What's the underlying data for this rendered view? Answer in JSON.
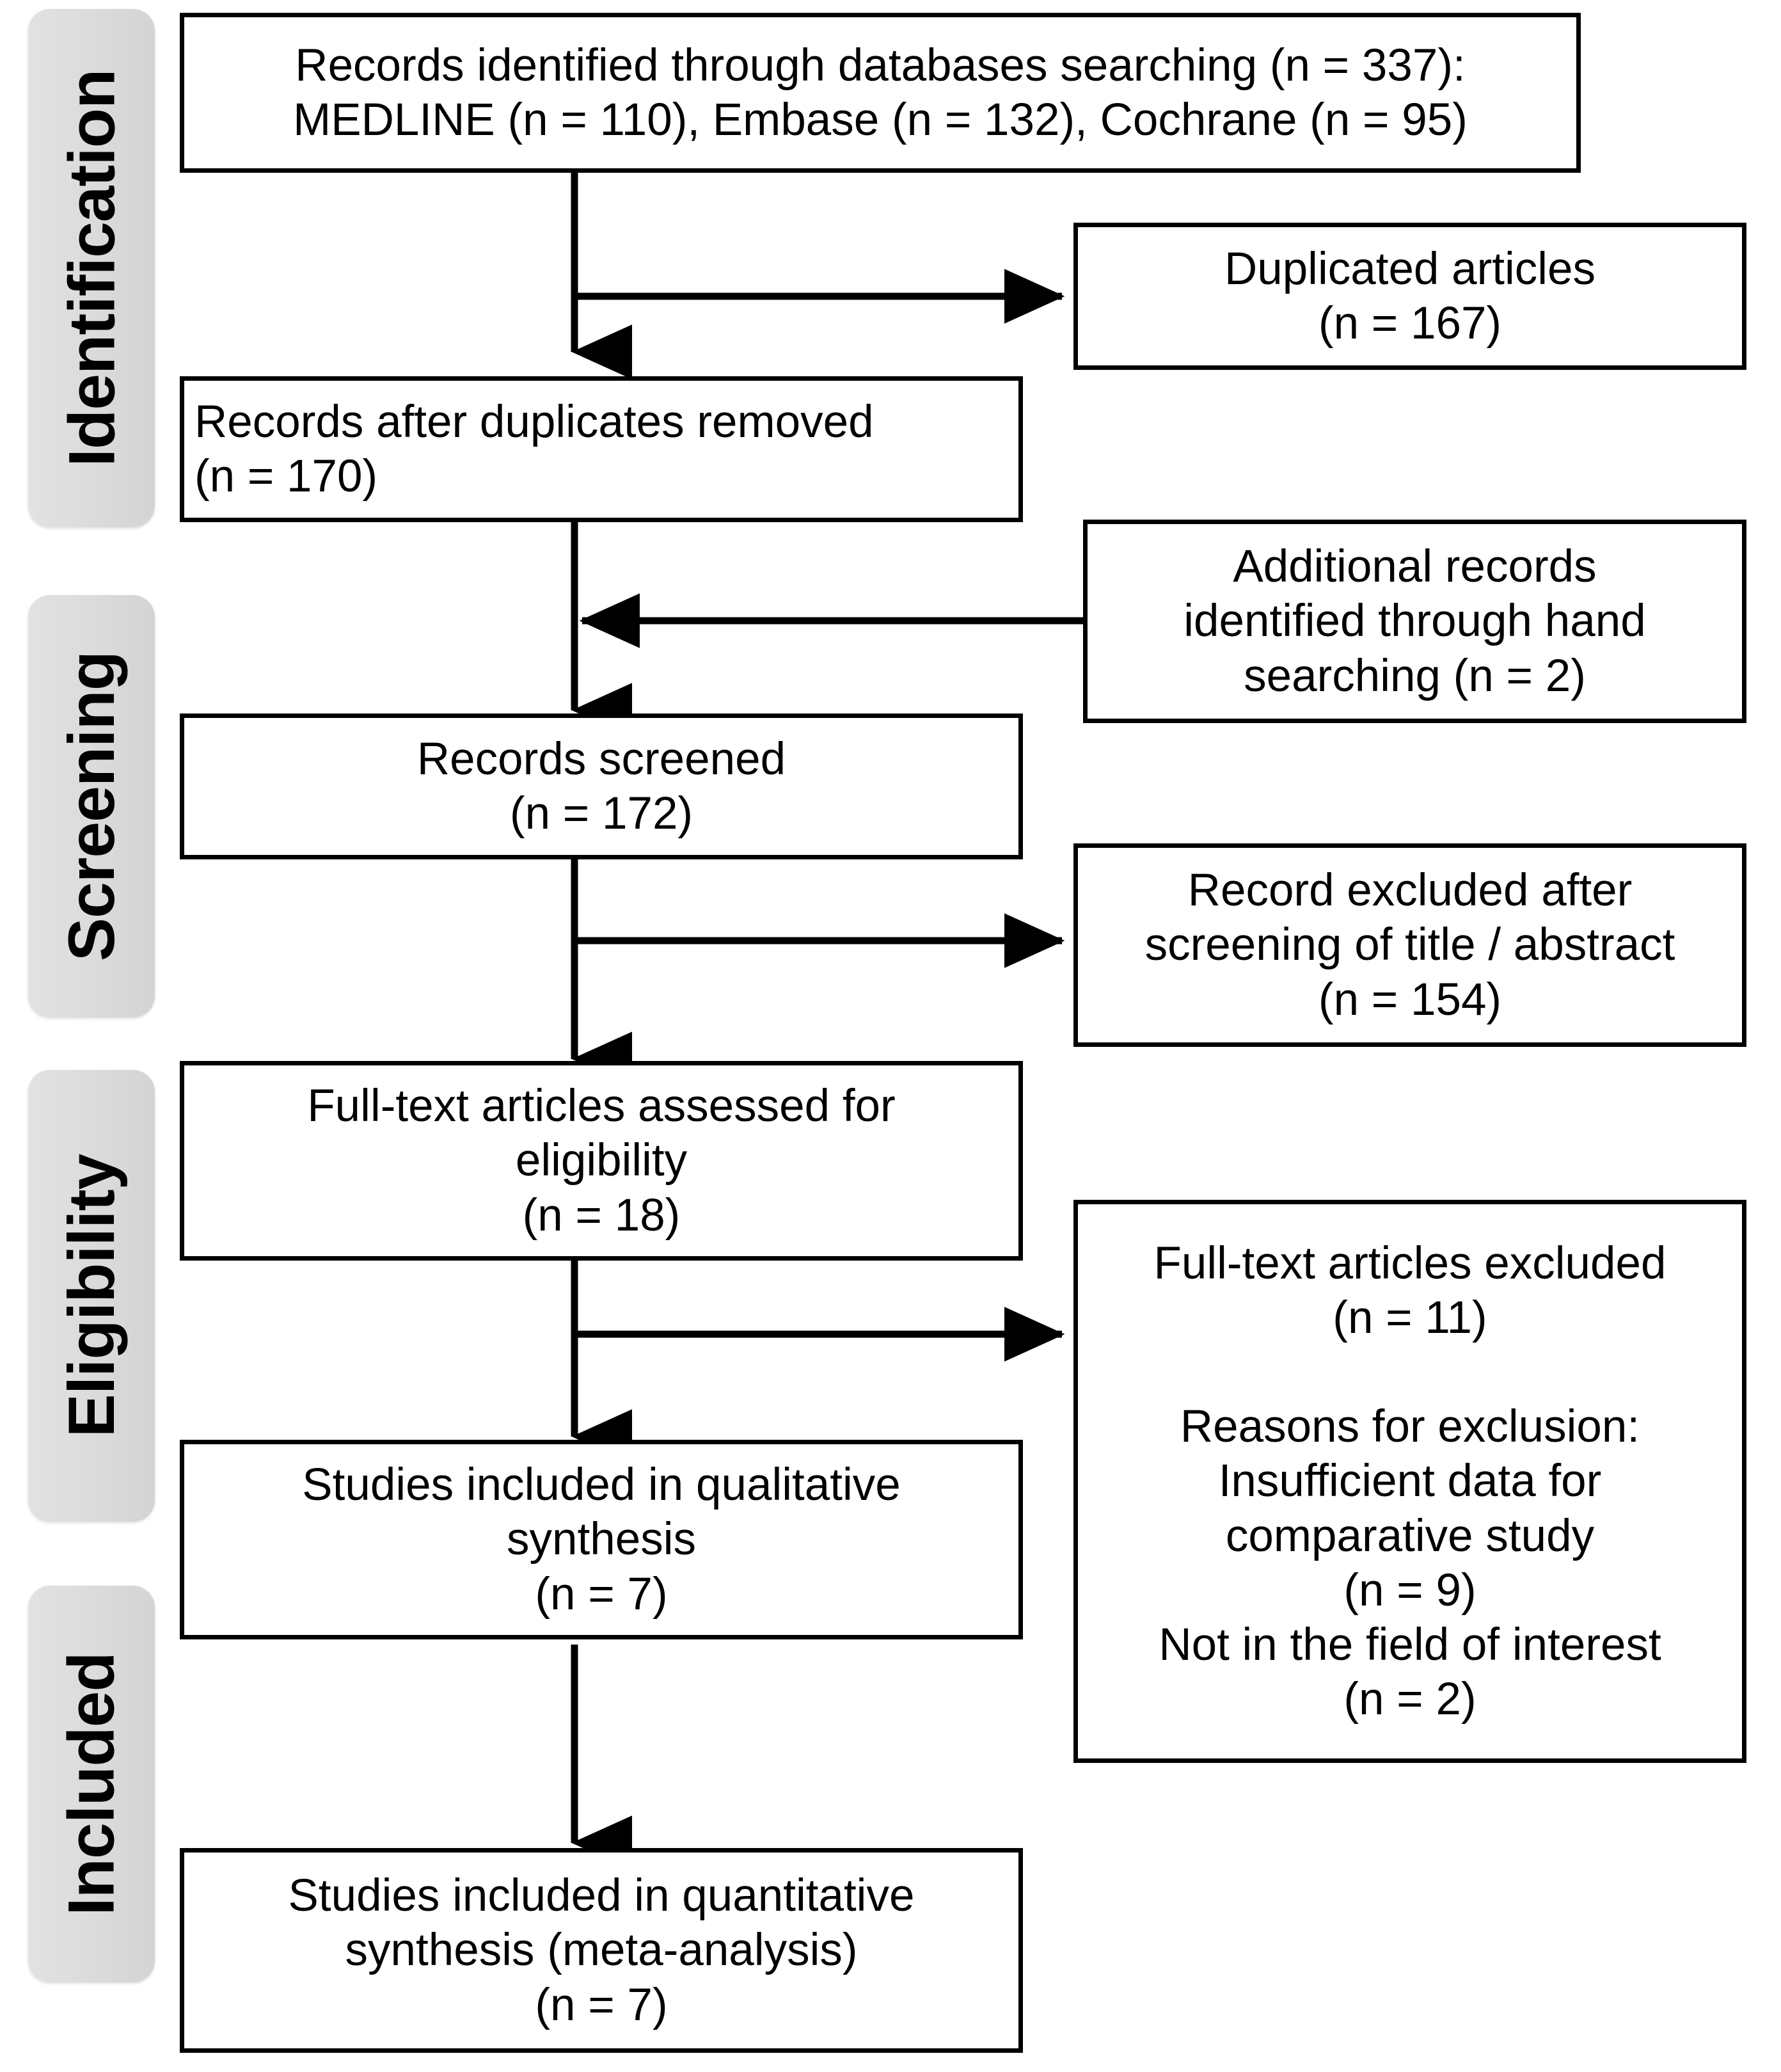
{
  "diagram": {
    "type": "prisma-flow-diagram",
    "stages": [
      {
        "id": "identification",
        "label": "Identification"
      },
      {
        "id": "screening",
        "label": "Screening"
      },
      {
        "id": "eligibility",
        "label": "Eligibility"
      },
      {
        "id": "included",
        "label": "Included"
      }
    ],
    "boxes": {
      "records_identified": {
        "text": "Records identified through databases searching (n = 337):\nMEDLINE (n = 110), Embase (n = 132), Cochrane (n = 95)"
      },
      "duplicated_articles": {
        "text": "Duplicated articles\n(n = 167)"
      },
      "records_after_duplicates": {
        "text": "Records after duplicates removed\n(n = 170)"
      },
      "additional_records": {
        "text": "Additional records\nidentified through hand\nsearching (n = 2)"
      },
      "records_screened": {
        "text": "Records screened\n(n = 172)"
      },
      "records_excluded": {
        "text": "Record excluded after\nscreening of title / abstract\n(n = 154)"
      },
      "fulltext_assessed": {
        "text": "Full-text articles assessed for\neligibility\n(n = 18)"
      },
      "fulltext_excluded": {
        "text": "Full-text articles excluded\n(n = 11)\n\nReasons for exclusion:\nInsufficient data for\ncomparative study\n(n = 9)\nNot in the field of interest\n(n = 2)"
      },
      "qualitative_synthesis": {
        "text": "Studies included in qualitative\nsynthesis\n(n = 7)"
      },
      "quantitative_synthesis": {
        "text": "Studies included in quantitative\nsynthesis (meta-analysis)\n(n = 7)"
      }
    },
    "counts": {
      "records_identified_total": 337,
      "medline": 110,
      "embase": 132,
      "cochrane": 95,
      "duplicates": 167,
      "after_duplicates": 170,
      "hand_searching": 2,
      "screened": 172,
      "excluded_title_abstract": 154,
      "fulltext_assessed": 18,
      "fulltext_excluded": 11,
      "excluded_insufficient_data": 9,
      "excluded_not_field": 2,
      "qualitative": 7,
      "quantitative": 7
    },
    "colors": {
      "stroke": "#000000",
      "box_fill": "#ffffff",
      "stage_pill_fill": "#dcdcdc",
      "text": "#000000"
    }
  }
}
